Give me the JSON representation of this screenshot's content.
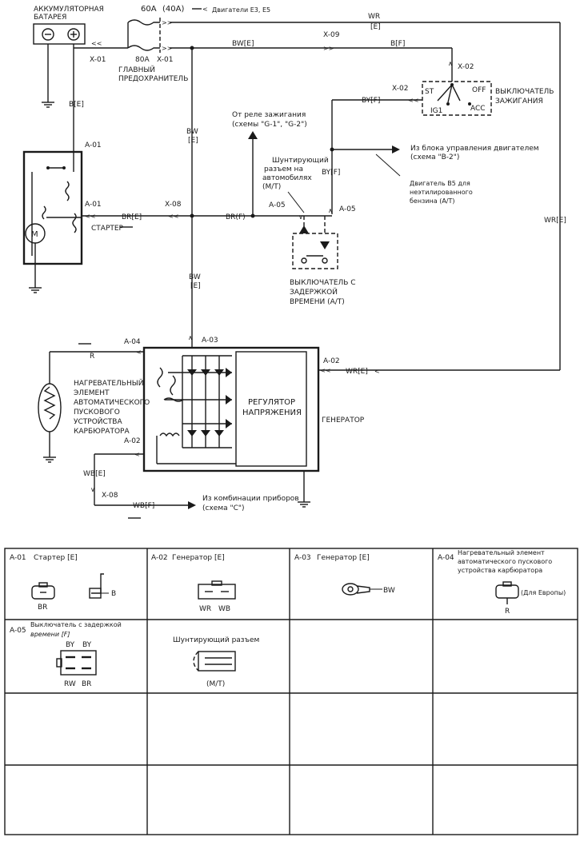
{
  "diagram": {
    "battery_label_1": "АККУМУЛЯТОРНАЯ",
    "battery_label_2": "БАТАРЕЯ",
    "fuse_60a": "60A",
    "fuse_40a": "(40A)",
    "engines_e3_e5": "Двигатели E3, E5",
    "fuse_80a": "80A",
    "main_fuse_1": "ГЛАВНЫЙ",
    "main_fuse_2": "ПРЕДОХРАНИТЕЛЬ",
    "x01_left": "X-01",
    "x01_right": "X-01",
    "wire_bw_e": "BW[E]",
    "x09": "X-09",
    "wire_b_f": "B[F]",
    "wr_top": "WR",
    "wr_top_e": "[E]",
    "x02_top": "X-02",
    "x02_left": "X-02",
    "ignition_st": "ST",
    "ignition_off": "OFF",
    "ignition_ig1": "IG1",
    "ignition_acc": "ACC",
    "ignition_label_1": "ВЫКЛЮЧАТЕЛЬ",
    "ignition_label_2": "ЗАЖИГАНИЯ",
    "wire_by_f_top": "BY[F]",
    "battery_wire": "B[E]",
    "a01_top": "A-01",
    "a01_mid": "A-01",
    "starter_label": "СТАРТЕР",
    "starter_motor": "M",
    "wire_br_e": "BR[E]",
    "x08": "X-08",
    "wire_br_f": "BR(F)",
    "a05_left": "A-05",
    "a05_right": "A-05",
    "bw_vert_1": "BW",
    "bw_vert_1e": "[E]",
    "ign_relay_1": "От реле зажигания",
    "ign_relay_2": "(схемы \"G-1\", \"G-2\")",
    "shunt_1": "Шунтирующий",
    "shunt_2": "разъем на",
    "shunt_3": "автомобилях",
    "shunt_4": "(M/T)",
    "wire_by_f": "BY[F]",
    "from_ecu_1": "Из блока управления двигателем",
    "from_ecu_2": "(схема \"B-2\")",
    "b5_1": "Двигатель B5 для",
    "b5_2": "неэтилированного",
    "b5_3": "бензина (A/T)",
    "wr_e_right": "WR[E]",
    "delay_1": "ВЫКЛЮЧАТЕЛЬ С",
    "delay_2": "ЗАДЕРЖКОЙ",
    "delay_3": "ВРЕМЕНИ (A/T)",
    "bw_vert_2": "BW",
    "bw_vert_2e": "[E]",
    "a04": "A-04",
    "a03": "A-03",
    "a02_right": "A-02",
    "wire_r": "R",
    "wire_wr_e": "WR[E]",
    "heater_1": "НАГРЕВАТЕЛЬНЫЙ",
    "heater_2": "ЭЛЕМЕНТ",
    "heater_3": "АВТОМАТИЧЕСКОГО",
    "heater_4": "ПУСКОВОГО",
    "heater_5": "УСТРОЙСТВА",
    "heater_6": "КАРБЮРАТОРА",
    "regulator_1": "РЕГУЛЯТОР",
    "regulator_2": "НАПРЯЖЕНИЯ",
    "generator_label": "ГЕНЕРАТОР",
    "a02_left": "A-02",
    "wire_wb_e": "WB[E]",
    "x08_bottom": "X-08",
    "wire_wb_f": "WB[F]",
    "cluster_1": "Из комбинации приборов",
    "cluster_2": "(схема \"C\")"
  },
  "connectors": {
    "a01_title": "A-01",
    "a01_name": "Стартер [E]",
    "a01_pin_br": "BR",
    "a01_pin_b": "B",
    "a02_title": "A-02",
    "a02_name": "Генератор [E]",
    "a02_pin_wr": "WR",
    "a02_pin_wb": "WB",
    "a03_title": "A-03",
    "a03_name": "Генератор [E]",
    "a03_pin_bw": "BW",
    "a04_title": "A-04",
    "a04_name_1": "Нагревательный элемент",
    "a04_name_2": "автоматического пускового",
    "a04_name_3": "устройства карбюратора",
    "a04_note": "(Для Европы)",
    "a04_pin_r": "R",
    "a05_title": "A-05",
    "a05_name_1": "Выключатель с задержкой",
    "a05_name_2": "времени [F]",
    "a05_pin_by1": "BY",
    "a05_pin_by2": "BY",
    "a05_pin_rw": "RW",
    "a05_pin_br": "BR",
    "shunt_title": "Шунтирующий разъем",
    "shunt_note": "(M/T)"
  }
}
